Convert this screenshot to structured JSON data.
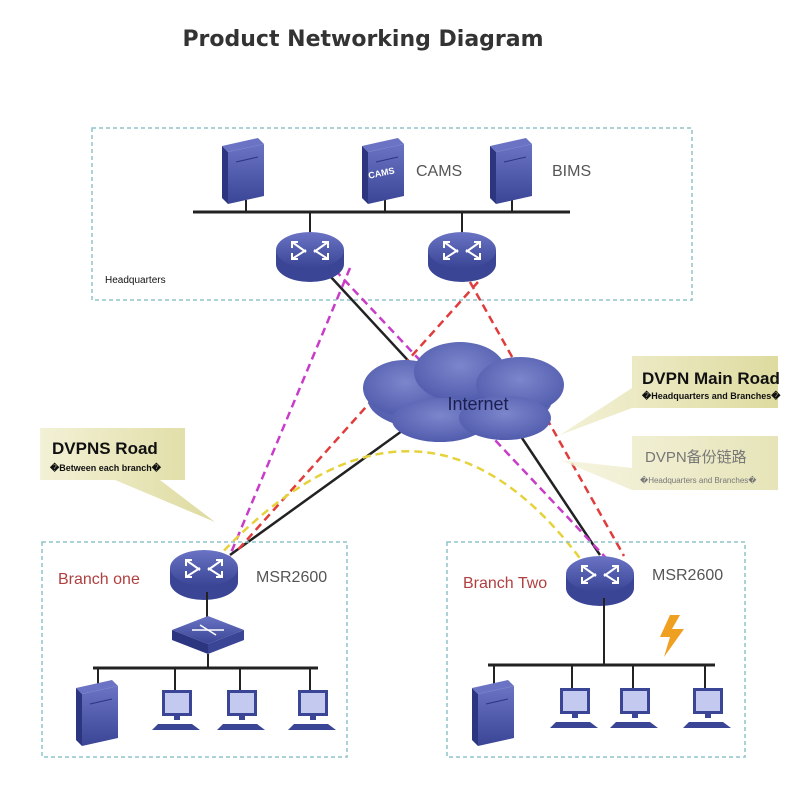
{
  "title": "Product Networking Diagram",
  "headquarters": {
    "label": "Headquarters",
    "servers": [
      "CAMS",
      "BIMS"
    ],
    "server_badge": "CAMS"
  },
  "internet": {
    "label": "Internet"
  },
  "branches": [
    {
      "label": "Branch one",
      "router": "MSR2600"
    },
    {
      "label": "Branch Two",
      "router": "MSR2600"
    }
  ],
  "callouts": {
    "dvpn_main": {
      "title": "DVPN Main Road",
      "subtitle": "�Headquarters and Branches�"
    },
    "dvpn_backup": {
      "title": "DVPN备份链路",
      "subtitle": "�Headquarters and Branches�"
    },
    "dvpns": {
      "title": "DVPNS Road",
      "subtitle": "�Between each branch�"
    }
  },
  "colors": {
    "device_blue": "#4a55a8",
    "dashed_border": "#8fc3c9",
    "dvpn_main": "#c83cc8",
    "dvpn_backup": "#e03c3c",
    "dvpns": "#e6d23c",
    "callout_fill": "#e8e6b8",
    "lightning": "#f0a020"
  }
}
